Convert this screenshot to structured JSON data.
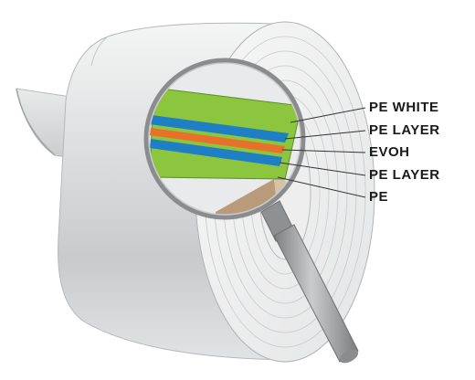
{
  "layers": [
    {
      "label": "PE WHITE",
      "color": "#ffffff"
    },
    {
      "label": "PE LAYER",
      "color": "#1e7fc4"
    },
    {
      "label": "EVOH",
      "color": "#e8702a"
    },
    {
      "label": "PE LAYER",
      "color": "#1e7fc4"
    },
    {
      "label": "PE",
      "color": "#8cc63f"
    }
  ],
  "colors": {
    "film_green": "#8cc63f",
    "barrier_blue": "#1e7fc4",
    "evoh_orange": "#e8702a",
    "roll_gray": "#d9dadb",
    "magnifier_handle": "#9a9c9e"
  }
}
